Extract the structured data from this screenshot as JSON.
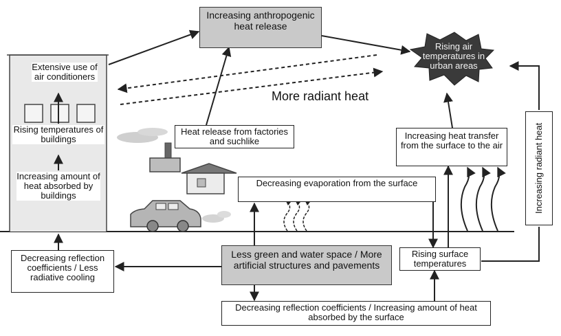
{
  "labels": {
    "anthropogenic": "Increasing anthropogenic heat release",
    "rising_air": "Rising air temperatures in urban areas",
    "air_conditioners": "Extensive use of air conditioners",
    "radiant_heat": "More radiant heat",
    "rising_buildings": "Rising temperatures of buildings",
    "heat_factories": "Heat release from factories and suchlike",
    "heat_transfer": "Increasing heat transfer from the surface to the air",
    "increasing_radiant": "Increasing radiant heat",
    "absorbed_buildings": "Increasing amount of heat absorbed by buildings",
    "evaporation": "Decreasing evaporation from the surface",
    "less_green": "Less green and water space / More artificial structures and pavements",
    "rising_surface": "Rising surface temperatures",
    "reflection_buildings": "Decreasing reflection coefficients / Less radiative cooling",
    "reflection_surface": "Decreasing reflection coefficients / Increasing amount of heat absorbed by the surface"
  },
  "icons": [
    "building-icon",
    "factory-icon",
    "house-icon",
    "car-icon",
    "heat-wave-icon",
    "burst-cloud-icon"
  ],
  "colors": {
    "highlight_box": "#c9c9c9",
    "cloud": "#3a3a3a",
    "line": "#222222"
  }
}
